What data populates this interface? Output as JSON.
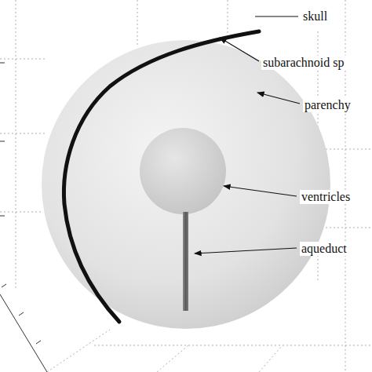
{
  "diagram": {
    "labels": [
      "skull",
      "subarachnoid sp",
      "parenchy",
      "ventricles",
      "aqueduct"
    ]
  }
}
